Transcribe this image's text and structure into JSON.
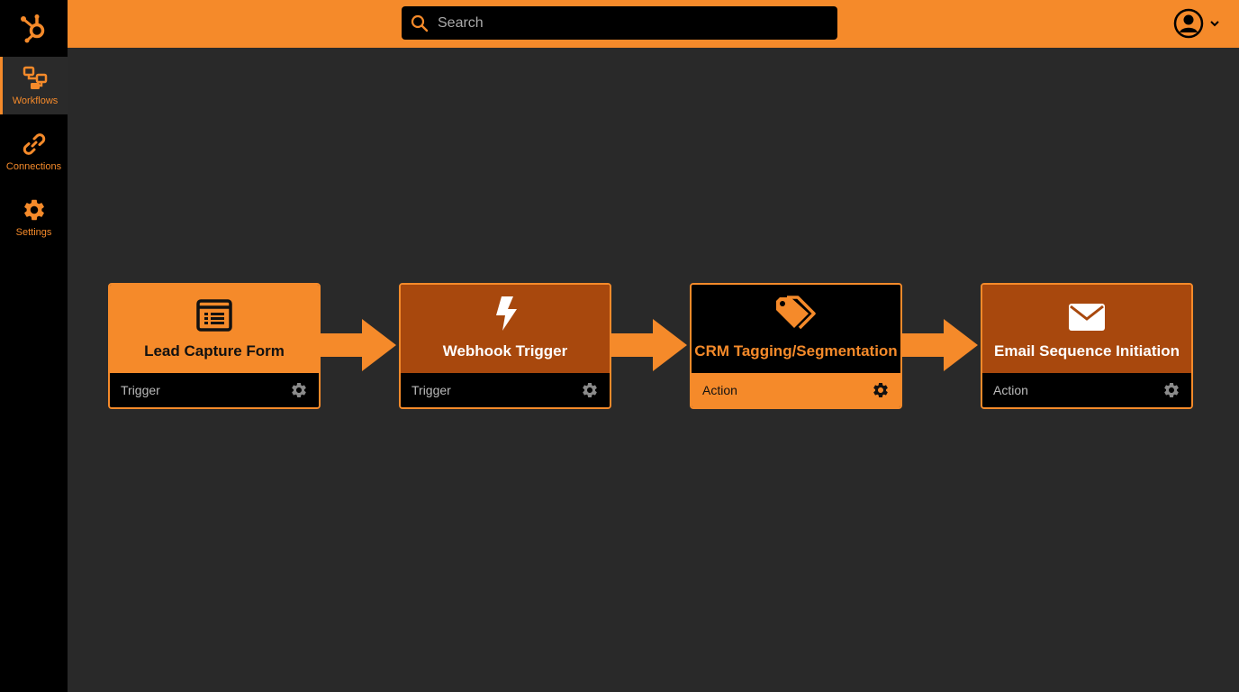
{
  "app": {
    "brand_color": "#F58A2A",
    "logo_icon": "hubspot-sprocket-icon"
  },
  "sidebar": {
    "items": [
      {
        "label": "Workflows",
        "icon": "workflow-icon",
        "active": true
      },
      {
        "label": "Connections",
        "icon": "link-icon",
        "active": false
      },
      {
        "label": "Settings",
        "icon": "gear-icon",
        "active": false
      }
    ]
  },
  "header": {
    "search": {
      "placeholder": "Search",
      "value": ""
    },
    "profile": {
      "icon": "user-circle-icon",
      "menu_icon": "chevron-down-icon"
    }
  },
  "workflow": {
    "nodes": [
      {
        "title": "Lead Capture Form",
        "type": "Trigger",
        "icon": "form-list-icon"
      },
      {
        "title": "Webhook Trigger",
        "type": "Trigger",
        "icon": "lightning-bolt-icon"
      },
      {
        "title": "CRM Tagging/Segmentation",
        "type": "Action",
        "icon": "tags-icon"
      },
      {
        "title": "Email Sequence Initiation",
        "type": "Action",
        "icon": "envelope-icon"
      }
    ],
    "colors": {
      "orange": "#F58A2A",
      "dark_orange": "#A8480D",
      "black": "#000000",
      "canvas": "#292929"
    }
  }
}
